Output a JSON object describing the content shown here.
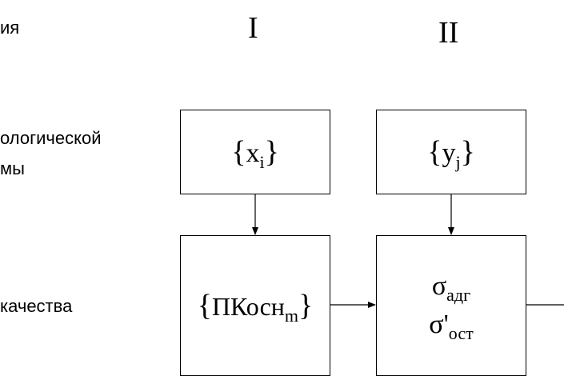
{
  "labels": {
    "row1": "ия",
    "row2_line1": "ологической",
    "row2_line2": "мы",
    "row3": "качества"
  },
  "columns": {
    "col1": "I",
    "col2": "II"
  },
  "boxes": {
    "x_set": {
      "open": "{",
      "base": "x",
      "sub": "i",
      "close": "}"
    },
    "y_set": {
      "open": "{",
      "base": "y",
      "sub": "j",
      "close": "}"
    },
    "pk_set": {
      "open": "{",
      "base": "ПКосн",
      "sub": "m",
      "close": "}"
    },
    "sigma": {
      "line1_base": "σ",
      "line1_sub": "адг",
      "line2_base": "σ'",
      "line2_sub": "ост"
    }
  }
}
